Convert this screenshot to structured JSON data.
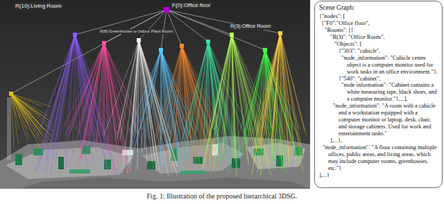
{
  "diagram": {
    "caption": "Fig. 1: Illustration of the proposed hierarchical 3DSG.",
    "nodes": [
      {
        "text": [
          "Scene Graph:",
          "{\"nodes\": [",
          "{\"F0\":\"Office floor\",",
          "\"Rooms\": [{",
          "\"R(3)\": \"Office Room\",",
          "\"Objects\": [",
          "{\"303\": \"cubicle\",",
          "\"node_information\": \"Cubicle center object is a computer monitor used for work tasks in an office environment.\"},",
          "{\"540\": \"cabinet\",",
          "\"node information\": \"Cabinet contains a white measuring tape, black shoes, and a computer monitor.\"},...],",
          "\"node_information\": \"A room with a cubicle and a workstation equipped with a computer monitor or laptop, desk, chair, and storage cabinets. Used for work and entertainment tasks.\"",
          "],...},",
          "\"node_information\": \"A floor containing multiple offices, public areas, and living areas, which may include computer rooms, greenhouses, etc.\"}",
          "],...}"
        ]
      }
    ],
    "labels": [
      "R(10):Living Room",
      "F(0):Office floor",
      "R(8):Greenhouse or Indoor Plant Room",
      "R(3):Office Room"
    ]
  }
}
